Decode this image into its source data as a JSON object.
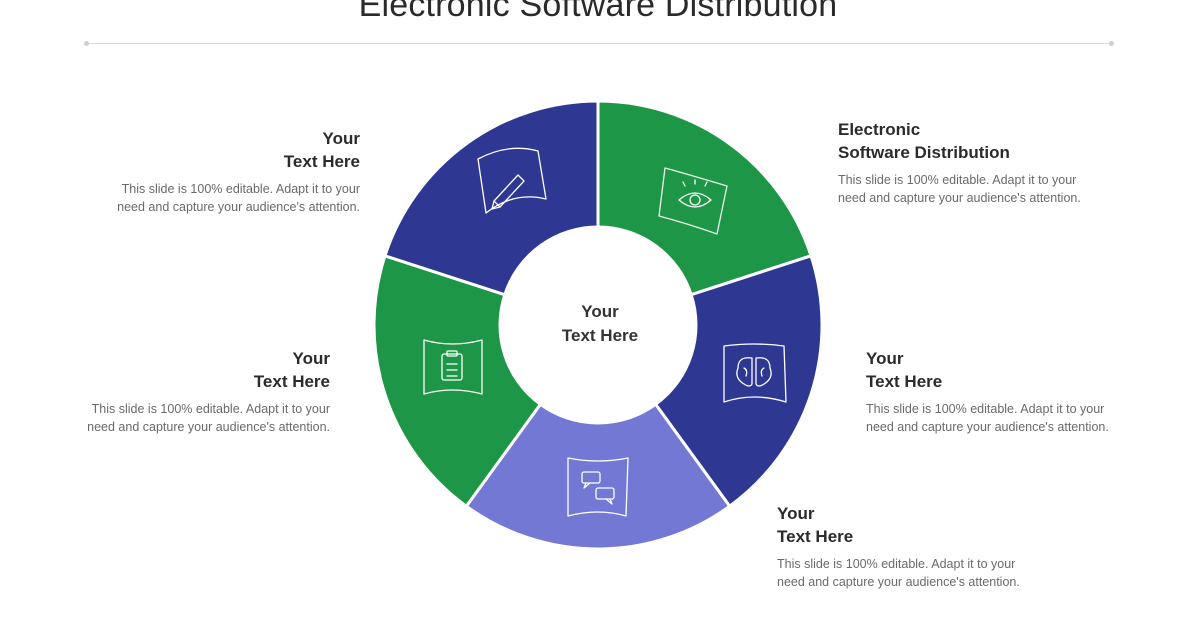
{
  "title": "Electronic Software Distribution",
  "center": {
    "label": "Your\nText Here"
  },
  "colors": {
    "dark_blue": "#2e3892",
    "green": "#1e9647",
    "light_purple": "#7378d4",
    "divider": "#ffffff"
  },
  "segments": [
    {
      "id": "top-right",
      "color": "green",
      "icon": "eye-icon"
    },
    {
      "id": "right",
      "color": "dark_blue",
      "icon": "brain-icon"
    },
    {
      "id": "bottom",
      "color": "light_purple",
      "icon": "chat-icon"
    },
    {
      "id": "left",
      "color": "green",
      "icon": "clipboard-icon"
    },
    {
      "id": "top-left",
      "color": "dark_blue",
      "icon": "pencil-icon"
    }
  ],
  "blocks": {
    "top_right": {
      "heading": "Electronic\nSoftware  Distribution",
      "text": "This  slide is 100% editable. Adapt it to your\nneed and capture your  audience's attention."
    },
    "right": {
      "heading": "Your\nText Here",
      "text": "This  slide is 100% editable. Adapt it to your\nneed and capture your  audience's attention."
    },
    "bottom_right": {
      "heading": "Your\nText Here",
      "text": "This  slide is 100% editable. Adapt it to your\nneed and capture your  audience's attention."
    },
    "left": {
      "heading": "Your\nText Here",
      "text": "This  slide is 100% editable. Adapt it to your\nneed and capture your  audience's attention."
    },
    "top_left": {
      "heading": "Your\nText Here",
      "text": "This  slide is 100% editable. Adapt it to your\nneed and capture your  audience's attention."
    }
  }
}
